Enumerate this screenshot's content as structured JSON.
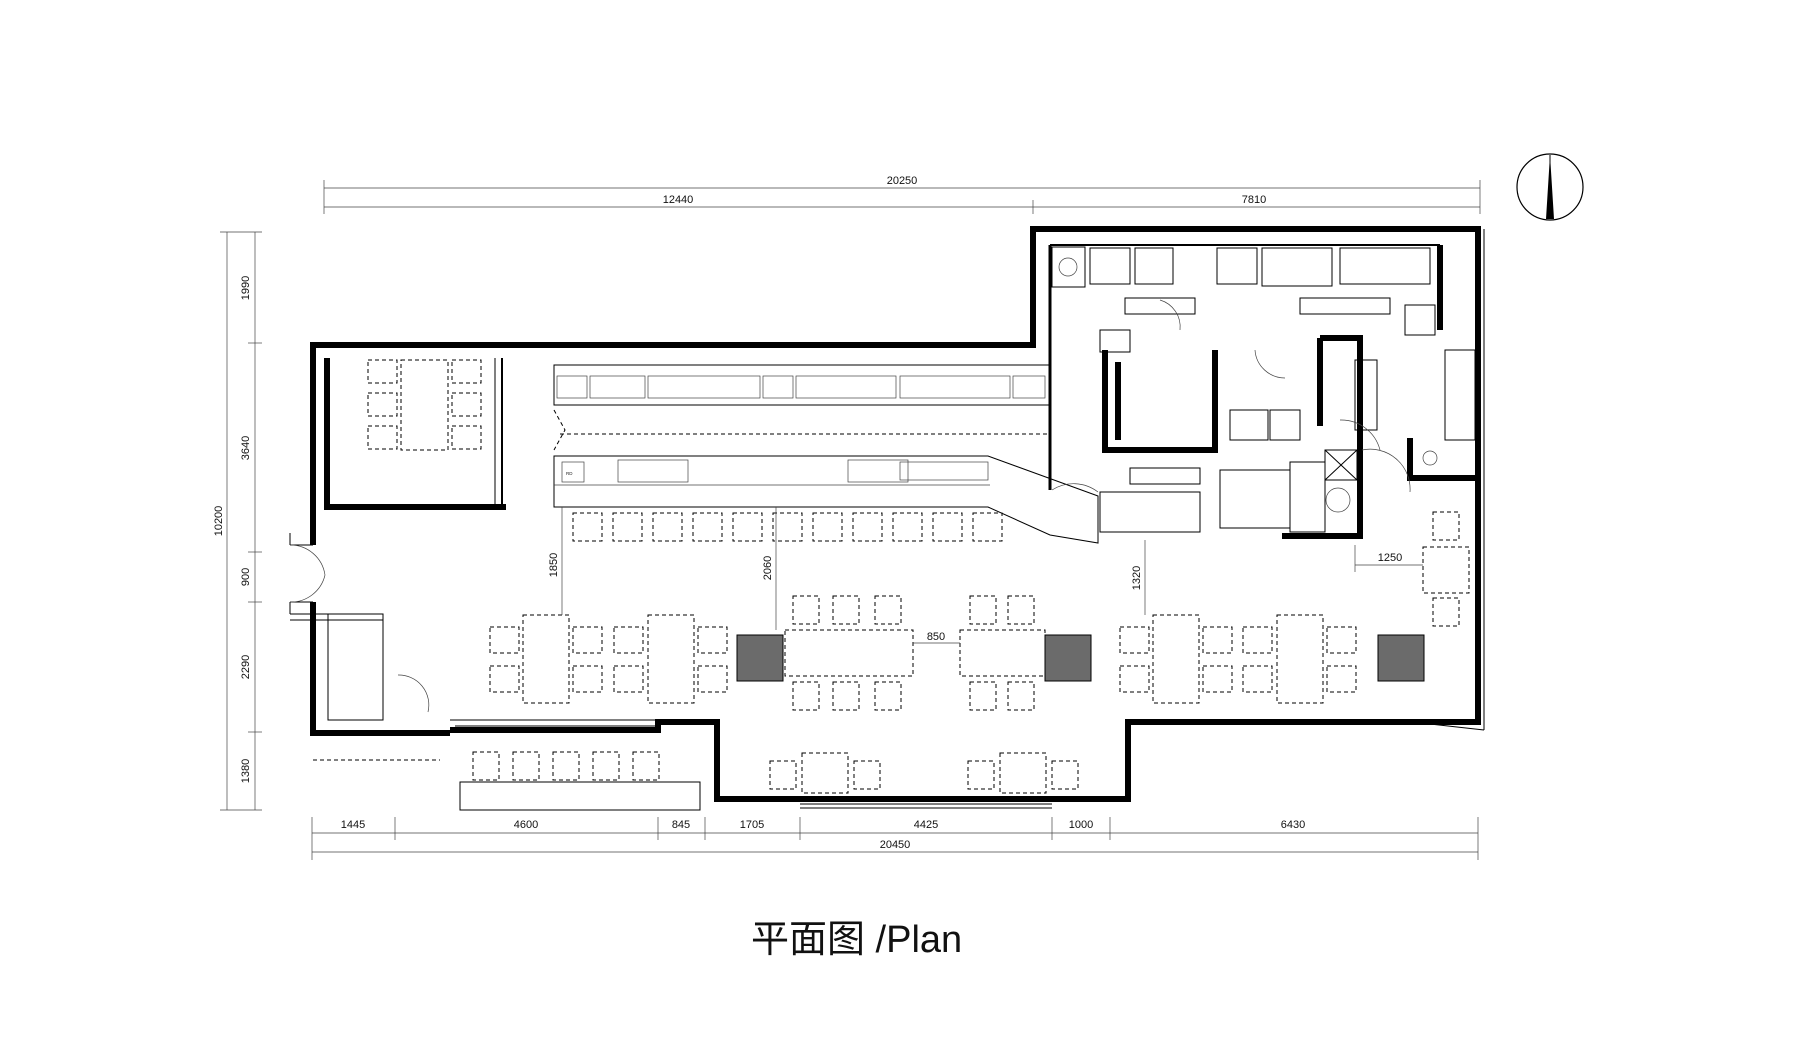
{
  "caption": "平面图 /Plan",
  "dimensions": {
    "top_total": "20250",
    "top_left": "12440",
    "top_right": "7810",
    "left_total": "10200",
    "left_segments": [
      "1990",
      "3640",
      "900",
      "2290",
      "1380"
    ],
    "bottom_total": "20450",
    "bottom_segments": [
      "1445",
      "4600",
      "845",
      "1705",
      "4425",
      "1000",
      "6430"
    ],
    "interior": [
      "1850",
      "2060",
      "1320",
      "850",
      "1250"
    ]
  },
  "equipment_tags": [
    "RD"
  ],
  "icons": [
    "north-arrow-icon"
  ]
}
